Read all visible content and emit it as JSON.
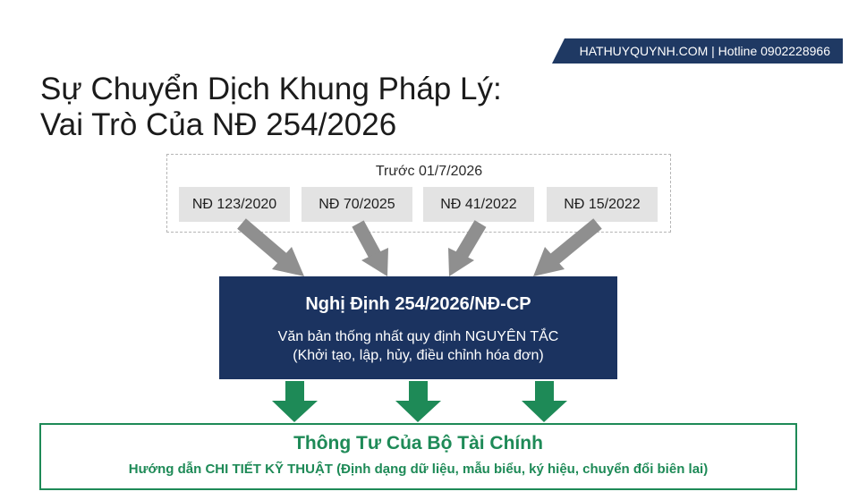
{
  "banner": {
    "text": "HATHUYQUYNH.COM | Hotline 0902228966"
  },
  "title": {
    "line1": "Sự Chuyển Dịch Khung Pháp Lý:",
    "line2": "Vai Trò Của NĐ 254/2026"
  },
  "prior": {
    "label": "Trước 01/7/2026",
    "decrees": [
      "NĐ 123/2020",
      "NĐ 70/2025",
      "NĐ 41/2022",
      "NĐ 15/2022"
    ]
  },
  "main_decree": {
    "title": "Nghị Định 254/2026/NĐ-CP",
    "desc_line1": "Văn bản thống nhất quy định NGUYÊN TẮC",
    "desc_line2": "(Khởi tạo, lập, hủy, điều chỉnh hóa đơn)"
  },
  "circular": {
    "title": "Thông Tư Của Bộ Tài Chính",
    "desc": "Hướng dẫn CHI TIẾT KỸ THUẬT (Định dạng dữ liệu, mẫu biểu, ký hiệu, chuyển đổi biên lai)"
  },
  "colors": {
    "navy": "#1b3360",
    "banner": "#1f3963",
    "green": "#1e8a57",
    "gray_arrow": "#8f8f8f",
    "decree_box": "#e3e3e3"
  }
}
